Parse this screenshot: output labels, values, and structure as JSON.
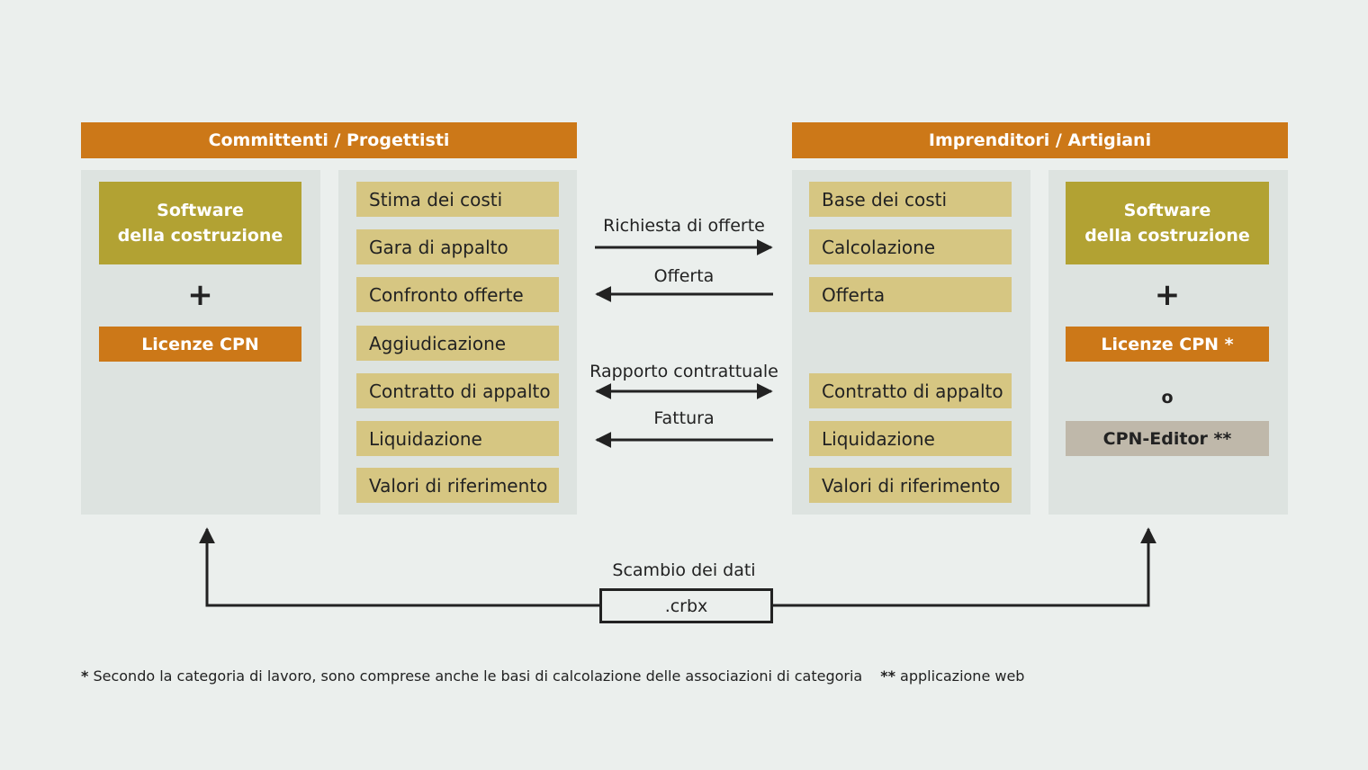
{
  "left": {
    "header": "Committenti / Progettisti",
    "software_line1": "Software",
    "software_line2": "della costruzione",
    "plus": "+",
    "license": "Licenze CPN",
    "steps": [
      "Stima dei costi",
      "Gara di appalto",
      "Confronto offerte",
      "Aggiudicazione",
      "Contratto di appalto",
      "Liquidazione",
      "Valori di riferimento"
    ]
  },
  "right": {
    "header": "Imprenditori / Artigiani",
    "software_line1": "Software",
    "software_line2": "della costruzione",
    "plus": "+",
    "license": "Licenze CPN *",
    "or": "o",
    "editor": "CPN-Editor **",
    "steps": [
      "Base dei costi",
      "Calcolazione",
      "Offerta",
      "Contratto di appalto",
      "Liquidazione",
      "Valori di riferimento"
    ]
  },
  "exchanges": [
    {
      "label": "Richiesta di offerte",
      "direction": "right"
    },
    {
      "label": "Offerta",
      "direction": "left"
    },
    {
      "label": "Rapporto contrattuale",
      "direction": "both"
    },
    {
      "label": "Fattura",
      "direction": "left"
    }
  ],
  "data_exchange": {
    "label": "Scambio dei dati",
    "format": ".crbx"
  },
  "footnote": {
    "star1_marker": "*",
    "star1_text": " Secondo la categoria di lavoro, sono comprese anche le basi di calcolazione delle associazioni di categoria",
    "star2_marker": "**",
    "star2_text": " applicazione web"
  },
  "colors": {
    "background": "#ebefed",
    "panel": "#dde3e0",
    "orange": "#cc7818",
    "olive": "#b2a233",
    "step": "#d6c682",
    "grey": "#bfb8aa"
  }
}
